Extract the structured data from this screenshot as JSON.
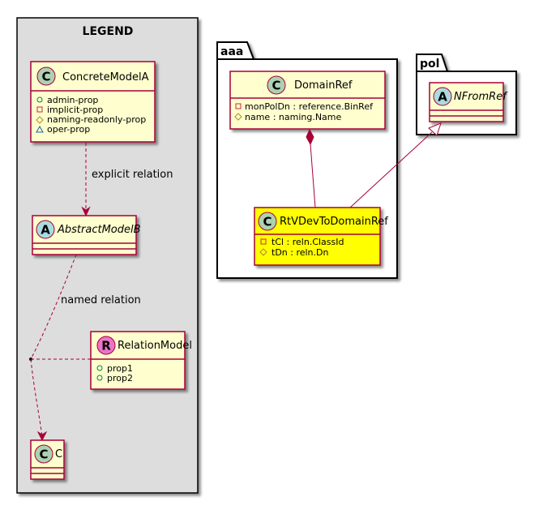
{
  "colors": {
    "class_fill": "#FEFECE",
    "class_border": "#A80036",
    "highlight_fill": "#FFFF00",
    "legend_fill": "#DDDDDD",
    "circle_class": "#ADD1B2",
    "circle_abstract": "#A9DCDF",
    "circle_relation": "#EB74C7",
    "edge": "#A80036"
  },
  "legend": {
    "title": "LEGEND",
    "concrete": {
      "stereo": "C",
      "name": "ConcreteModelA",
      "attrs": [
        {
          "vis": "public",
          "text": "admin-prop"
        },
        {
          "vis": "private",
          "text": "implicit-prop"
        },
        {
          "vis": "protected",
          "text": "naming-readonly-prop"
        },
        {
          "vis": "package",
          "text": "oper-prop"
        }
      ]
    },
    "abstract": {
      "stereo": "A",
      "name": "AbstractModelB"
    },
    "relation": {
      "stereo": "R",
      "name": "RelationModel",
      "attrs": [
        {
          "vis": "public",
          "text": "prop1"
        },
        {
          "vis": "public",
          "text": "prop2"
        }
      ]
    },
    "c": {
      "stereo": "C",
      "name": "C"
    },
    "explicit_label": "explicit relation",
    "named_label": "named relation"
  },
  "aaa": {
    "name": "aaa",
    "domainref": {
      "stereo": "C",
      "name": "DomainRef",
      "attrs": [
        {
          "vis": "private",
          "text": "monPolDn : reference.BinRef"
        },
        {
          "vis": "protected",
          "text": "name : naming.Name"
        }
      ]
    },
    "rtv": {
      "stereo": "C",
      "name": "RtVDevToDomainRef",
      "attrs": [
        {
          "vis": "private",
          "text": "tCl : reln.ClassId"
        },
        {
          "vis": "protected",
          "text": "tDn : reln.Dn"
        }
      ]
    }
  },
  "pol": {
    "name": "pol",
    "nfromref": {
      "stereo": "A",
      "name": "NFromRef"
    }
  }
}
